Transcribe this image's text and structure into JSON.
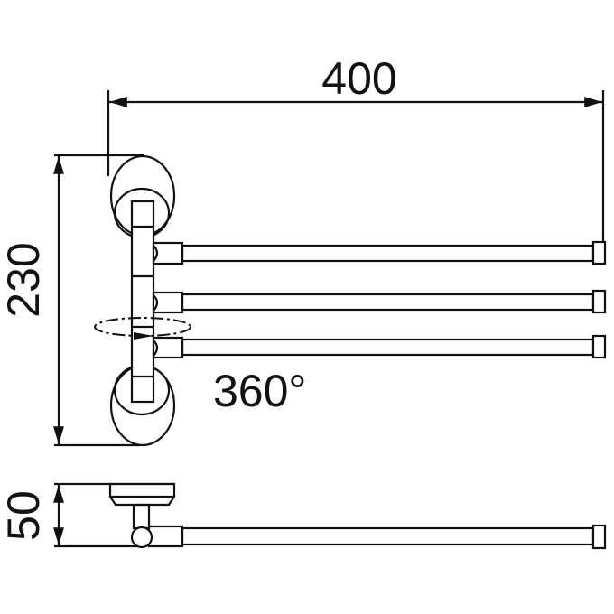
{
  "dimensions": {
    "width": "400",
    "height": "230",
    "depth": "50",
    "rotation": "360°"
  },
  "colors": {
    "line": "#111111",
    "background": "#ffffff"
  }
}
